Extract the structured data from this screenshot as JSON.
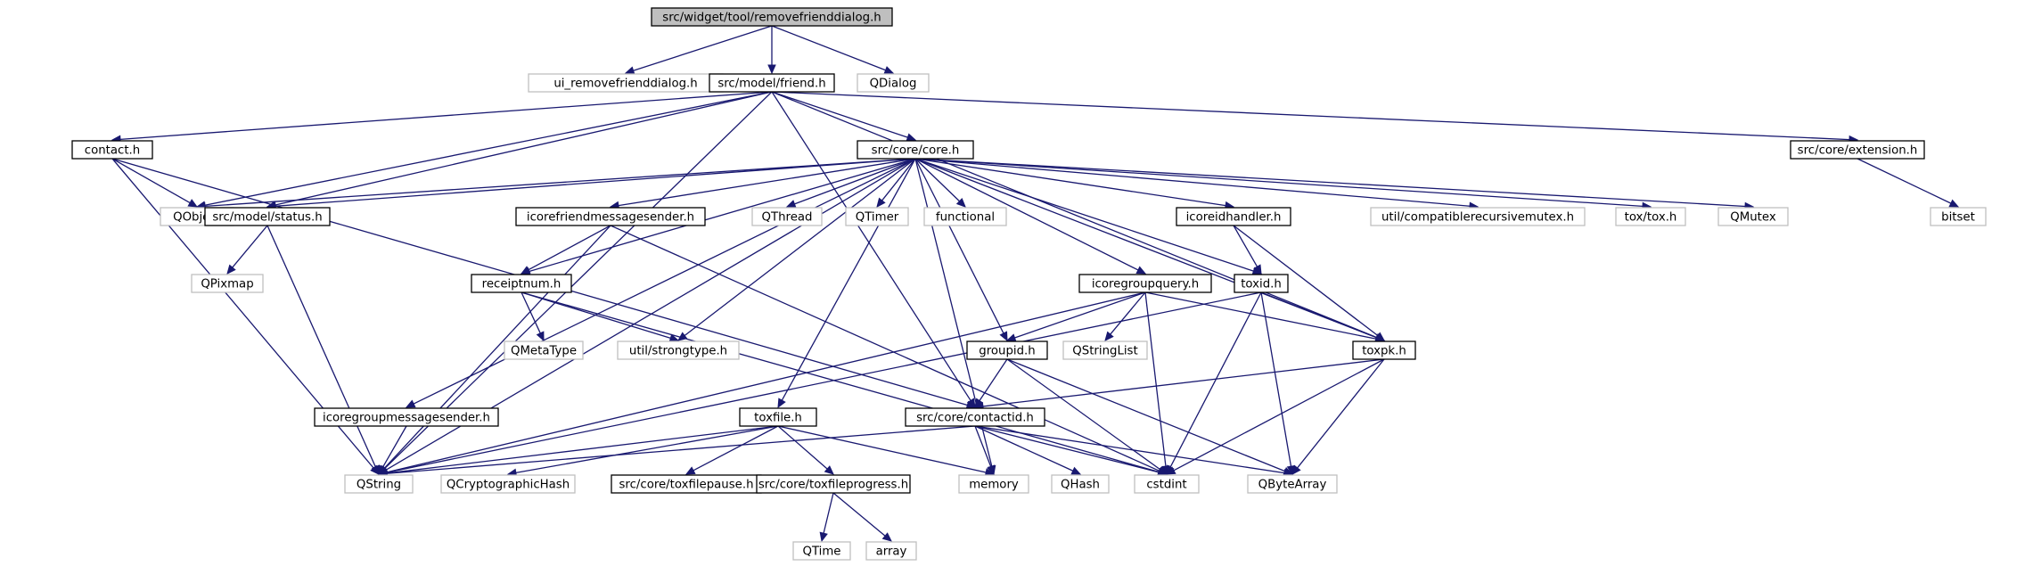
{
  "graph": {
    "colors": {
      "edge": "#191970",
      "root_fill": "#bfbfbf",
      "local_border": "#000000",
      "external_border": "#bfbfbf"
    },
    "nodes": [
      {
        "id": "root",
        "label": "src/widget/tool/removefrienddialog.h",
        "kind": "root"
      },
      {
        "id": "ui_rfd",
        "label": "ui_removefrienddialog.h",
        "kind": "ext"
      },
      {
        "id": "friend",
        "label": "src/model/friend.h",
        "kind": "local"
      },
      {
        "id": "qdialog",
        "label": "QDialog",
        "kind": "ext"
      },
      {
        "id": "contact",
        "label": "contact.h",
        "kind": "local"
      },
      {
        "id": "core",
        "label": "src/core/core.h",
        "kind": "local"
      },
      {
        "id": "extension",
        "label": "src/core/extension.h",
        "kind": "local"
      },
      {
        "id": "qobject",
        "label": "QObject",
        "kind": "ext"
      },
      {
        "id": "status",
        "label": "src/model/status.h",
        "kind": "local"
      },
      {
        "id": "icfms",
        "label": "icorefriendmessagesender.h",
        "kind": "local"
      },
      {
        "id": "qthread",
        "label": "QThread",
        "kind": "ext"
      },
      {
        "id": "qtimer",
        "label": "QTimer",
        "kind": "ext"
      },
      {
        "id": "functional",
        "label": "functional",
        "kind": "ext"
      },
      {
        "id": "icidh",
        "label": "icoreidhandler.h",
        "kind": "local"
      },
      {
        "id": "ucrm",
        "label": "util/compatiblerecursivemutex.h",
        "kind": "ext"
      },
      {
        "id": "toxh",
        "label": "tox/tox.h",
        "kind": "ext"
      },
      {
        "id": "qmutex",
        "label": "QMutex",
        "kind": "ext"
      },
      {
        "id": "bitset",
        "label": "bitset",
        "kind": "ext"
      },
      {
        "id": "qpixmap",
        "label": "QPixmap",
        "kind": "ext"
      },
      {
        "id": "receiptnum",
        "label": "receiptnum.h",
        "kind": "local"
      },
      {
        "id": "icgq",
        "label": "icoregroupquery.h",
        "kind": "local"
      },
      {
        "id": "toxid",
        "label": "toxid.h",
        "kind": "local"
      },
      {
        "id": "qmetatype",
        "label": "QMetaType",
        "kind": "ext"
      },
      {
        "id": "strongtype",
        "label": "util/strongtype.h",
        "kind": "ext"
      },
      {
        "id": "groupid",
        "label": "groupid.h",
        "kind": "local"
      },
      {
        "id": "qstringlist",
        "label": "QStringList",
        "kind": "ext"
      },
      {
        "id": "toxpk",
        "label": "toxpk.h",
        "kind": "local"
      },
      {
        "id": "icgms",
        "label": "icoregroupmessagesender.h",
        "kind": "local"
      },
      {
        "id": "toxfile",
        "label": "toxfile.h",
        "kind": "local"
      },
      {
        "id": "contactid",
        "label": "src/core/contactid.h",
        "kind": "local"
      },
      {
        "id": "qstring",
        "label": "QString",
        "kind": "ext"
      },
      {
        "id": "qcrypto",
        "label": "QCryptographicHash",
        "kind": "ext"
      },
      {
        "id": "toxfilepause",
        "label": "src/core/toxfilepause.h",
        "kind": "local"
      },
      {
        "id": "toxfileprogress",
        "label": "src/core/toxfileprogress.h",
        "kind": "local"
      },
      {
        "id": "memory",
        "label": "memory",
        "kind": "ext"
      },
      {
        "id": "qhash",
        "label": "QHash",
        "kind": "ext"
      },
      {
        "id": "cstdint",
        "label": "cstdint",
        "kind": "ext"
      },
      {
        "id": "qbytearray",
        "label": "QByteArray",
        "kind": "ext"
      },
      {
        "id": "qtime",
        "label": "QTime",
        "kind": "ext"
      },
      {
        "id": "array",
        "label": "array",
        "kind": "ext"
      }
    ],
    "edges": [
      [
        "root",
        "ui_rfd"
      ],
      [
        "root",
        "friend"
      ],
      [
        "root",
        "qdialog"
      ],
      [
        "friend",
        "contact"
      ],
      [
        "friend",
        "core"
      ],
      [
        "friend",
        "extension"
      ],
      [
        "friend",
        "status"
      ],
      [
        "friend",
        "qobject"
      ],
      [
        "friend",
        "qstring"
      ],
      [
        "friend",
        "toxpk"
      ],
      [
        "friend",
        "contactid"
      ],
      [
        "contact",
        "qobject"
      ],
      [
        "contact",
        "qstring"
      ],
      [
        "contact",
        "contactid"
      ],
      [
        "core",
        "qobject"
      ],
      [
        "core",
        "status"
      ],
      [
        "core",
        "icfms"
      ],
      [
        "core",
        "qthread"
      ],
      [
        "core",
        "qtimer"
      ],
      [
        "core",
        "functional"
      ],
      [
        "core",
        "icidh"
      ],
      [
        "core",
        "ucrm"
      ],
      [
        "core",
        "toxh"
      ],
      [
        "core",
        "qmutex"
      ],
      [
        "core",
        "receiptnum"
      ],
      [
        "core",
        "icgq"
      ],
      [
        "core",
        "toxid"
      ],
      [
        "core",
        "strongtype"
      ],
      [
        "core",
        "groupid"
      ],
      [
        "core",
        "toxpk"
      ],
      [
        "core",
        "icgms"
      ],
      [
        "core",
        "toxfile"
      ],
      [
        "core",
        "memory"
      ],
      [
        "core",
        "qstring"
      ],
      [
        "extension",
        "bitset"
      ],
      [
        "status",
        "qpixmap"
      ],
      [
        "status",
        "qstring"
      ],
      [
        "icfms",
        "receiptnum"
      ],
      [
        "icfms",
        "qstring"
      ],
      [
        "icfms",
        "cstdint"
      ],
      [
        "icidh",
        "toxid"
      ],
      [
        "icidh",
        "toxpk"
      ],
      [
        "receiptnum",
        "qmetatype"
      ],
      [
        "receiptnum",
        "strongtype"
      ],
      [
        "receiptnum",
        "cstdint"
      ],
      [
        "icgq",
        "groupid"
      ],
      [
        "icgq",
        "qstringlist"
      ],
      [
        "icgq",
        "toxpk"
      ],
      [
        "icgq",
        "qstring"
      ],
      [
        "icgq",
        "cstdint"
      ],
      [
        "toxid",
        "toxpk"
      ],
      [
        "toxid",
        "qstring"
      ],
      [
        "toxid",
        "cstdint"
      ],
      [
        "toxid",
        "qbytearray"
      ],
      [
        "groupid",
        "contactid"
      ],
      [
        "groupid",
        "cstdint"
      ],
      [
        "groupid",
        "qbytearray"
      ],
      [
        "toxpk",
        "contactid"
      ],
      [
        "toxpk",
        "cstdint"
      ],
      [
        "toxpk",
        "qbytearray"
      ],
      [
        "icgms",
        "qstring"
      ],
      [
        "toxfile",
        "qstring"
      ],
      [
        "toxfile",
        "qcrypto"
      ],
      [
        "toxfile",
        "toxfilepause"
      ],
      [
        "toxfile",
        "toxfileprogress"
      ],
      [
        "toxfile",
        "memory"
      ],
      [
        "contactid",
        "qstring"
      ],
      [
        "contactid",
        "memory"
      ],
      [
        "contactid",
        "qhash"
      ],
      [
        "contactid",
        "cstdint"
      ],
      [
        "contactid",
        "qbytearray"
      ],
      [
        "toxfileprogress",
        "qtime"
      ],
      [
        "toxfileprogress",
        "array"
      ]
    ]
  }
}
